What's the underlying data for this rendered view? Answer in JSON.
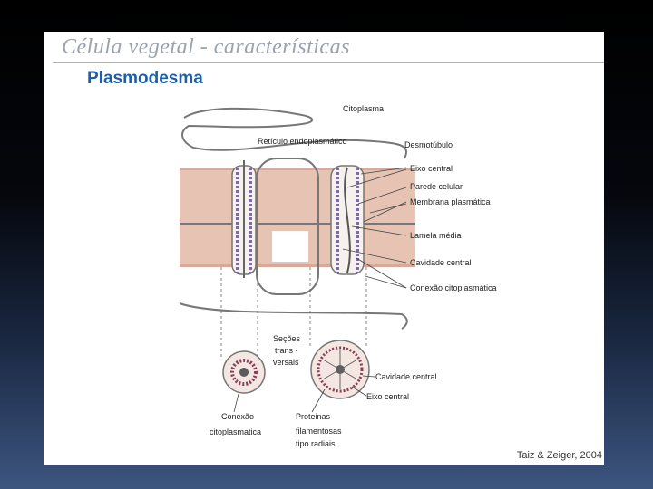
{
  "slide": {
    "title": "Célula vegetal - características",
    "heading": "Plasmodesma",
    "credit": "Taiz & Zeiger, 2004"
  },
  "labels": {
    "citoplasma": "Citoplasma",
    "reticulo": "Retículo endoplasmático",
    "desmotubulo": "Desmotúbulo",
    "eixo_central": "Eixo central",
    "parede_celular": "Parede celular",
    "membrana_plasmatica": "Membrana plasmática",
    "lamela_media": "Lamela média",
    "cavidade_central": "Cavidade central",
    "conexao_citoplasmatica": "Conexão citoplasmática",
    "secoes_1": "Seções",
    "secoes_2": "trans -",
    "secoes_3": "versais",
    "cavidade_central_2": "Cavidade central",
    "eixo_central_2": "Eixo central",
    "conexao_1": "Conexão",
    "conexao_2": "citoplasmatica",
    "proteinas_1": "Proteinas",
    "proteinas_2": "filamentosas",
    "proteinas_3": "tipo radiais"
  },
  "colors": {
    "wall": "#e7c3b3",
    "wall_dark": "#d6a99a",
    "membrane_beads": "#7a6aa8",
    "heading": "#1f5fa8"
  }
}
